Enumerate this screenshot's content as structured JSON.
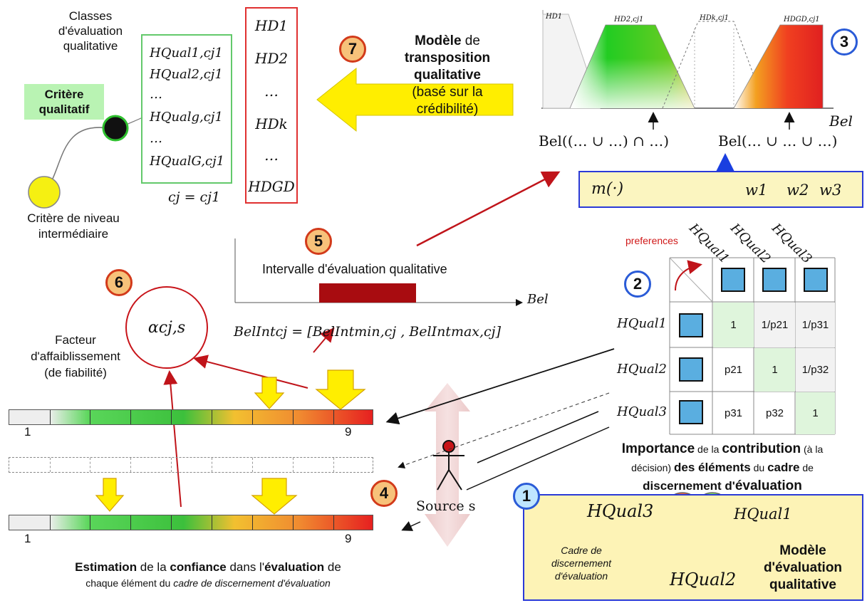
{
  "classes_title": "Classes d'évaluation qualitative",
  "critere_qualitatif": "Critère qualitatif",
  "critere_intermediaire": "Critère de niveau intermédiaire",
  "qual_classes": [
    "H_{Qual1,c_{j1}}",
    "H_{Qual2,c_{j1}}",
    "...",
    "H_{Qualg,c_{j1}}",
    "...",
    "H_{QualG,c_{j1}}"
  ],
  "qual_classes_display": [
    "HQual1,cj1",
    "HQual2,cj1",
    "…",
    "HQualg,cj1",
    "…",
    "HQualG,cj1"
  ],
  "cj_eq": "cj = cj1",
  "hd_list": [
    "HD1",
    "HD2",
    "…",
    "HDk",
    "…",
    "HDGD"
  ],
  "step7": {
    "num": "7",
    "line1_bold": "Modèle",
    "line1_rest": " de",
    "line2": "transposition",
    "line3": "qualitative",
    "line4": "(basé sur la",
    "line5": "crédibilité)"
  },
  "step3": {
    "num": "3"
  },
  "chart_top": {
    "labels": [
      "HD1",
      "HD2,cj1",
      "HDk,cj1",
      "HDGD,cj1"
    ],
    "axis": "Bel"
  },
  "bel_left": "Bel((… ∪ …) ∩ …)",
  "bel_right": "Bel(… ∪ … ∪ …)",
  "mass_box": {
    "m": "m(·)",
    "w1": "w1",
    "w2": "w2",
    "w3": "w3"
  },
  "step5": {
    "num": "5",
    "label": "Intervalle d'évaluation qualitative",
    "axis": "Bel"
  },
  "belint": "BelIntcj = [BelIntmin,cj , BelIntmax,cj]",
  "step6": {
    "num": "6",
    "alpha": "αcj,s"
  },
  "facteur": [
    "Facteur",
    "d'affaiblissement",
    "(de fiabilité)"
  ],
  "scale": {
    "min": "1",
    "max": "9"
  },
  "step2": {
    "num": "2"
  },
  "preferences": "preferences",
  "matrix": {
    "col_headers": [
      "HQual1",
      "HQual2",
      "HQual3"
    ],
    "row_headers": [
      "HQual1",
      "HQual2",
      "HQual3"
    ],
    "cells": [
      [
        "1",
        "1/p21",
        "1/p31"
      ],
      [
        "p21",
        "1",
        "1/p32"
      ],
      [
        "p31",
        "p32",
        "1"
      ]
    ]
  },
  "importance": {
    "line1": [
      {
        "t": "Importance",
        "b": true
      },
      {
        "t": " de la ",
        "b": false
      },
      {
        "t": "contribution",
        "b": true
      },
      {
        "t": " (à la",
        "b": false
      }
    ],
    "line2": [
      {
        "t": "décision) ",
        "b": false
      },
      {
        "t": "des éléments",
        "b": true
      },
      {
        "t": " du ",
        "b": false
      },
      {
        "t": "cadre",
        "b": true
      },
      {
        "t": " de",
        "b": false
      }
    ],
    "line3": [
      {
        "t": "discernement d'",
        "b": true
      },
      {
        "t": "évaluation",
        "b": true
      }
    ]
  },
  "step4": {
    "num": "4"
  },
  "source": "Source s",
  "estimation": {
    "line1": [
      {
        "t": "Estimation",
        "b": true
      },
      {
        "t": " de la ",
        "b": false
      },
      {
        "t": "confiance",
        "b": true
      },
      {
        "t": " dans l'",
        "b": false
      },
      {
        "t": "évaluation",
        "b": true
      },
      {
        "t": " de",
        "b": false
      }
    ],
    "line2_a": "chaque élément du ",
    "line2_b": "cadre de discernement d'évaluation"
  },
  "step1": {
    "num": "1"
  },
  "model_box": {
    "h3": "HQual3",
    "h1": "HQual1",
    "h2": "HQual2",
    "cadre": [
      "Cadre de",
      "discernement",
      "d'évaluation"
    ],
    "modele": [
      "Modèle",
      "d'évaluation",
      "qualitative"
    ]
  },
  "colors": {
    "red": "#d9282f",
    "green": "#3cb371",
    "blue": "#2a5bd7",
    "yellow_box": "#fdf3b6",
    "arrow_yellow": "#ffee00"
  }
}
